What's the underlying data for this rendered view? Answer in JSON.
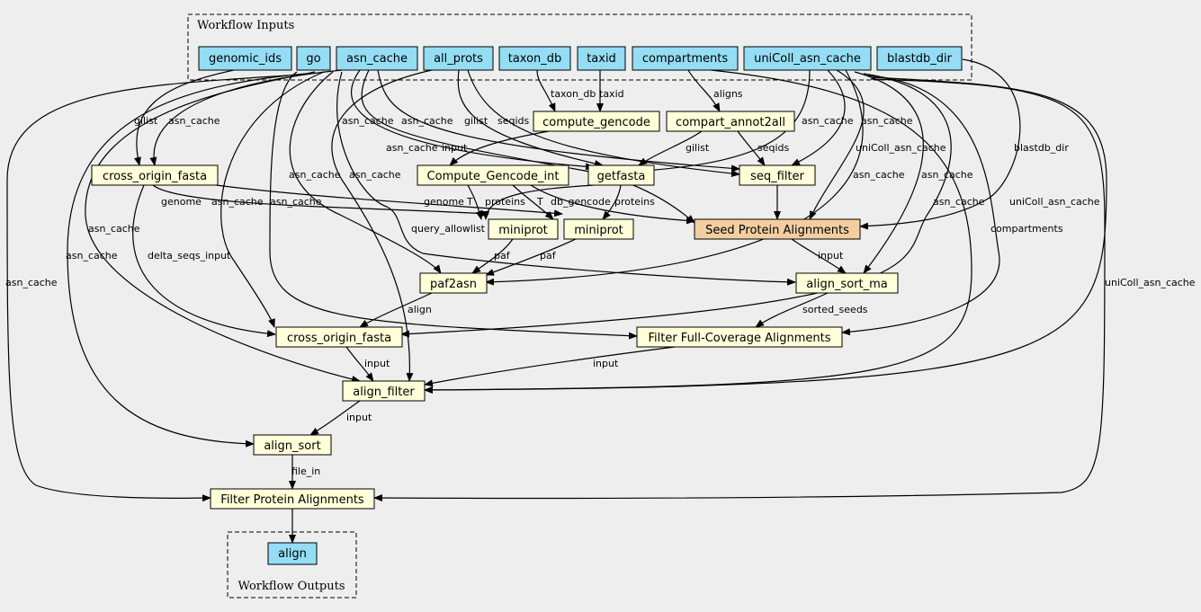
{
  "clusters": {
    "inputs": "Workflow Inputs",
    "outputs": "Workflow Outputs"
  },
  "colors": {
    "background": "#eeeeee",
    "input_node": "#94ddf4",
    "step_node": "#ffffd9",
    "highlight_node": "#f3cea1",
    "stroke": "#000000"
  },
  "nodes": {
    "genomic_ids": "genomic_ids",
    "go": "go",
    "asn_cache": "asn_cache",
    "all_prots": "all_prots",
    "taxon_db": "taxon_db",
    "taxid": "taxid",
    "compartments": "compartments",
    "uniColl_asn_cache": "uniColl_asn_cache",
    "blastdb_dir": "blastdb_dir",
    "compute_gencode": "compute_gencode",
    "compart_annot2all": "compart_annot2all",
    "cross_origin_fasta_1": "cross_origin_fasta",
    "compute_gencode_int": "Compute_Gencode_int",
    "getfasta": "getfasta",
    "seq_filter": "seq_filter",
    "miniprot_1": "miniprot",
    "miniprot_2": "miniprot",
    "seed_protein_alignments": "Seed Protein Alignments",
    "paf2asn": "paf2asn",
    "align_sort_ma": "align_sort_ma",
    "cross_origin_fasta_2": "cross_origin_fasta",
    "filter_full_coverage": "Filter Full-Coverage Alignments",
    "align_filter": "align_filter",
    "align_sort": "align_sort",
    "filter_protein_alignments": "Filter Protein Alignments",
    "align_out": "align"
  },
  "edge_labels": {
    "taxon_db": "taxon_db",
    "taxid": "taxid",
    "aligns": "aligns",
    "gilist": "gilist",
    "asn_cache": "asn_cache",
    "seqids": "seqids",
    "input": "input",
    "uniColl_asn_cache": "uniColl_asn_cache",
    "blastdb_dir": "blastdb_dir",
    "genome": "genome",
    "T": "T",
    "proteins": "proteins",
    "db_gencode": "db_gencode",
    "query_allowlist": "query_allowlist",
    "delta_seqs_input": "delta_seqs_input",
    "compartments": "compartments",
    "paf": "paf",
    "align": "align",
    "sorted_seeds": "sorted_seeds",
    "file_in": "file_in"
  }
}
